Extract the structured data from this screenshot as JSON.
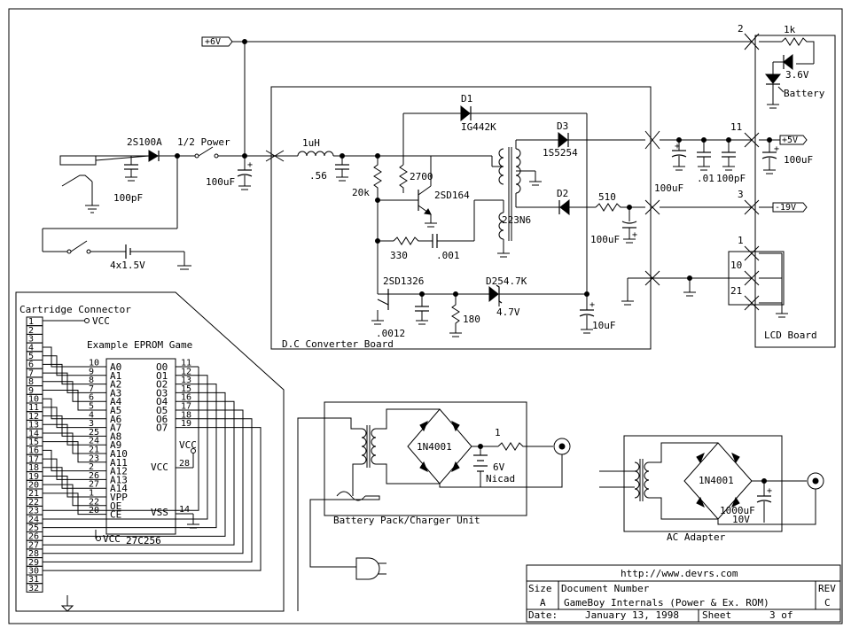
{
  "sheet_title": "GameBoy Internals (Power & Ex. ROM)",
  "nets": {
    "p6v": "+6V",
    "p5v": "+5V",
    "m19v": "-19V"
  },
  "power_input": {
    "diode": "2S100A",
    "switch": "1/2 Power",
    "cap_in": "100pF",
    "battery": "4x1.5V",
    "cap_bulk": "100uF"
  },
  "converter": {
    "title": "D.C Converter Board",
    "inductor": "1uH",
    "c_in": ".56",
    "r_bias": "20k",
    "r_2700": "2700",
    "transistor": "2SD164",
    "transformer": "223N6",
    "d1_label": "D1",
    "d1_part": "IG442K",
    "d3_label": "D3",
    "d3_part": "1S5254",
    "d2_label": "D2",
    "r_330": "330",
    "c_001": ".001",
    "q2": "2SD1326",
    "zener": "D254.7K",
    "zener_v": "4.7V",
    "c_0012": ".0012",
    "r_180": "180",
    "c_10u": "10uF"
  },
  "outputs": {
    "r_510": "510",
    "c_neg": "100uF",
    "c_pos_a": "100uF",
    "c_pos_b": ".01",
    "c_pos_c": "100pF",
    "c_pos_d": "100uF"
  },
  "battery_led": {
    "resistor": "1k",
    "voltage": "3.6V",
    "label": "Battery"
  },
  "lcd": {
    "title": "LCD Board",
    "pins": {
      "p2": "2",
      "p11": "11",
      "p3": "3",
      "p1": "1",
      "p10": "10",
      "p21": "21"
    }
  },
  "cartridge": {
    "title": "Cartridge Connector",
    "vcc": "VCC",
    "pins": [
      "1",
      "2",
      "3",
      "4",
      "5",
      "6",
      "7",
      "8",
      "9",
      "10",
      "11",
      "12",
      "13",
      "14",
      "15",
      "16",
      "17",
      "18",
      "19",
      "20",
      "21",
      "22",
      "23",
      "24",
      "25",
      "26",
      "27",
      "28",
      "29",
      "30",
      "31",
      "32"
    ]
  },
  "eprom": {
    "title": "Example EPROM Game",
    "part": "27C256",
    "left_pin_nums": [
      "10",
      "9",
      "8",
      "7",
      "6",
      "5",
      "4",
      "3",
      "25",
      "24",
      "21",
      "23",
      "2",
      "26",
      "27",
      "1",
      "22",
      "20"
    ],
    "left_labels": [
      "A0",
      "A1",
      "A2",
      "A3",
      "A4",
      "A5",
      "A6",
      "A7",
      "A8",
      "A9",
      "A10",
      "A11",
      "A12",
      "A13",
      "A14",
      "VPP",
      "OE",
      "CE"
    ],
    "right_pin_nums": [
      "11",
      "12",
      "13",
      "15",
      "16",
      "17",
      "18",
      "19"
    ],
    "right_labels": [
      "O0",
      "O1",
      "O2",
      "O3",
      "O4",
      "O5",
      "O6",
      "O7"
    ],
    "vcc_label": "VCC",
    "vcc_pin": "28",
    "vss_label": "VSS",
    "vss_pin": "14",
    "vcc_tag": "VCC"
  },
  "charger": {
    "title": "Battery Pack/Charger Unit",
    "bridge": "1N4001",
    "resistor": "1",
    "battery": "6V",
    "battery_type": "Nicad"
  },
  "adapter": {
    "title": "AC Adapter",
    "bridge": "1N4001",
    "cap": "1000uF",
    "cap_v": "10V"
  },
  "title_block": {
    "url": "http://www.devrs.com",
    "size_h": "Size",
    "size": "A",
    "docnum_h": "Document Number",
    "rev_h": "REV",
    "rev": "C",
    "date_h": "Date:",
    "date": "January 13, 1998",
    "sheet_h": "Sheet",
    "sheet": "3 of"
  }
}
